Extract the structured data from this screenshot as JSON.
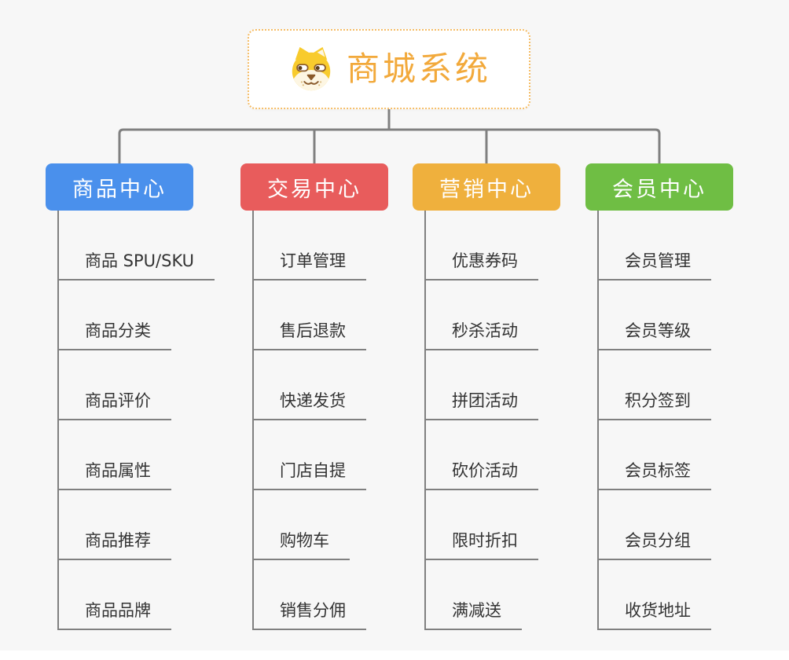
{
  "background": "#f7f7f7",
  "connector_color": "#808080",
  "root": {
    "title": "商城系统",
    "icon": "doge-icon",
    "accent_color": "#f2a93b",
    "border_color": "#f5bd67"
  },
  "branches": [
    {
      "label": "商品中心",
      "color": "#4a90ec",
      "children": [
        "商品 SPU/SKU",
        "商品分类",
        "商品评价",
        "商品属性",
        "商品推荐",
        "商品品牌"
      ]
    },
    {
      "label": "交易中心",
      "color": "#e85c5c",
      "children": [
        "订单管理",
        "售后退款",
        "快递发货",
        "门店自提",
        "购物车",
        "销售分佣"
      ]
    },
    {
      "label": "营销中心",
      "color": "#efb03d",
      "children": [
        "优惠券码",
        "秒杀活动",
        "拼团活动",
        "砍价活动",
        "限时折扣",
        "满减送"
      ]
    },
    {
      "label": "会员中心",
      "color": "#6fbe44",
      "children": [
        "会员管理",
        "会员等级",
        "积分签到",
        "会员标签",
        "会员分组",
        "收货地址"
      ]
    }
  ]
}
